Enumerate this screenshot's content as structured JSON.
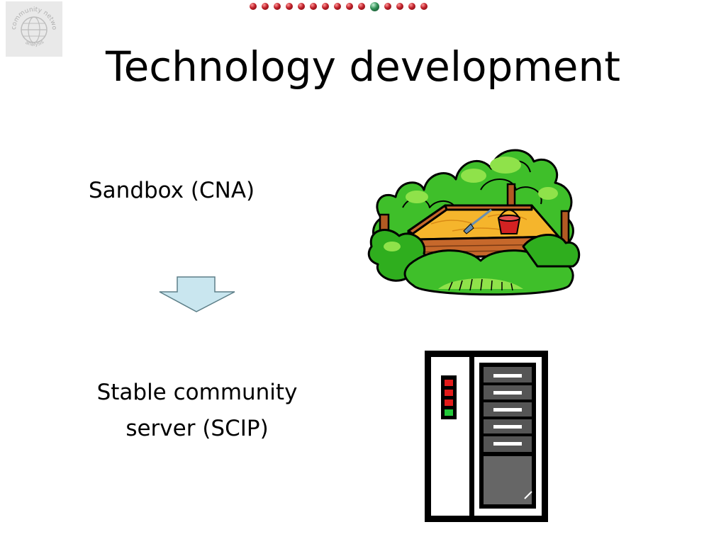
{
  "logo": {
    "ring_text": "community network",
    "sub_text": "analysis"
  },
  "progress": {
    "total": 15,
    "current": 11
  },
  "slide": {
    "title": "Technology development",
    "items": [
      {
        "label": "Sandbox (CNA)"
      },
      {
        "label_line1": "Stable community",
        "label_line2": "server (SCIP)"
      }
    ]
  },
  "colors": {
    "arrow_fill": "#c9e6ef",
    "dot_default": "#b01a22",
    "dot_current": "#2f8f55",
    "tree_green": "#3fbf2a",
    "sand": "#f5b52c"
  }
}
